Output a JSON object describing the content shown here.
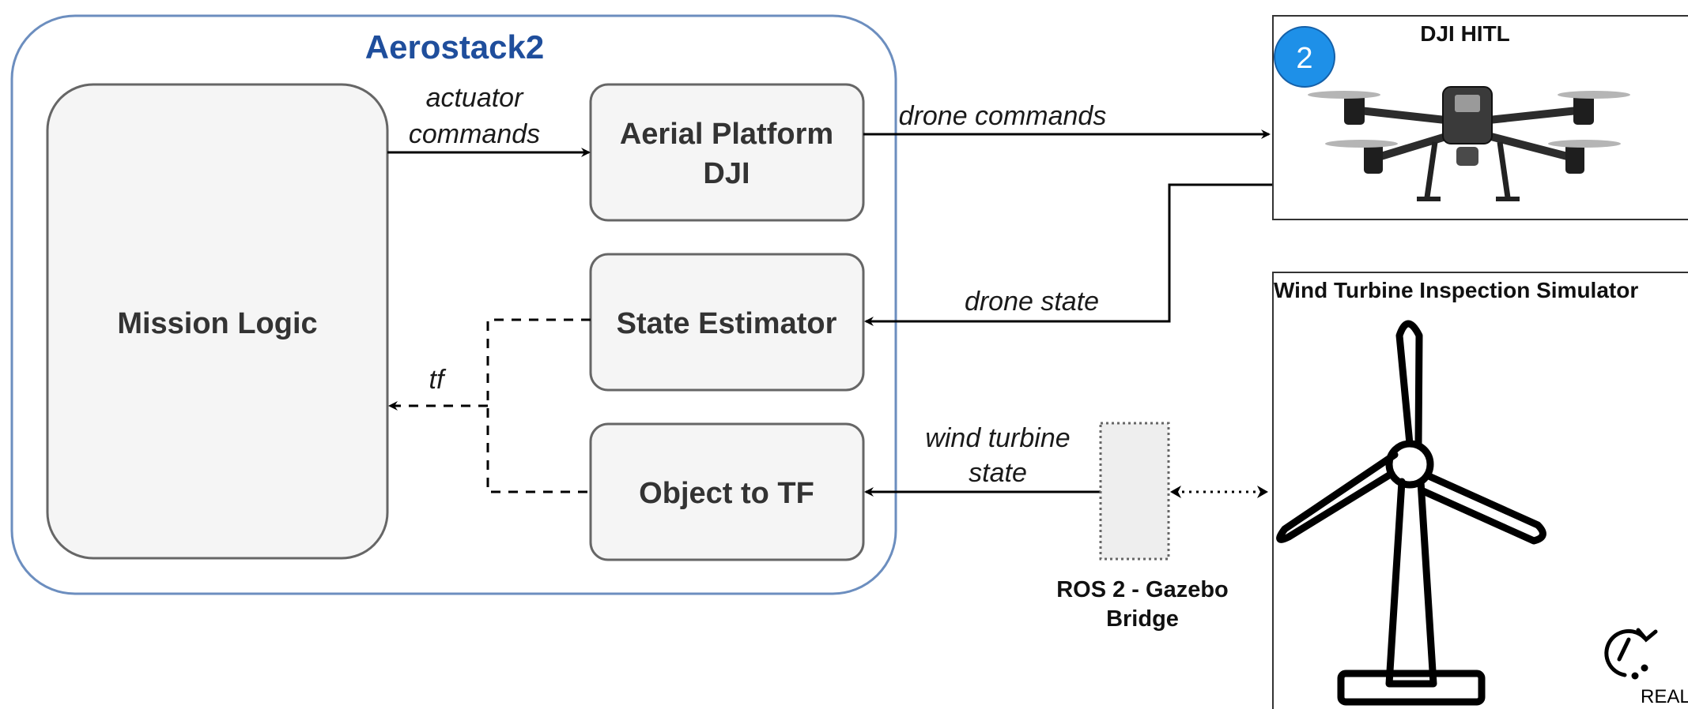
{
  "colors": {
    "container_border": "#6c8ebf",
    "title_color": "#1f4e9c",
    "box_fill": "#f5f5f5",
    "box_border": "#666666",
    "badge_fill": "#1e90e8"
  },
  "aerostack": {
    "title": "Aerostack2",
    "mission_logic": "Mission Logic",
    "aerial_platform_line1": "Aerial Platform",
    "aerial_platform_line2": "DJI",
    "state_estimator": "State Estimator",
    "object_to_tf": "Object to TF"
  },
  "edges": {
    "actuator_line1": "actuator",
    "actuator_line2": "commands",
    "drone_commands": "drone commands",
    "drone_state": "drone state",
    "tf": "tf",
    "wind_turbine_line1": "wind turbine",
    "wind_turbine_line2": "state"
  },
  "bridge": {
    "line1": "ROS 2 - Gazebo",
    "line2": "Bridge"
  },
  "hitl": {
    "badge": "2",
    "title": "DJI HITL"
  },
  "simulator": {
    "title": "Wind Turbine Inspection Simulator",
    "realtime_label": "REAL"
  }
}
